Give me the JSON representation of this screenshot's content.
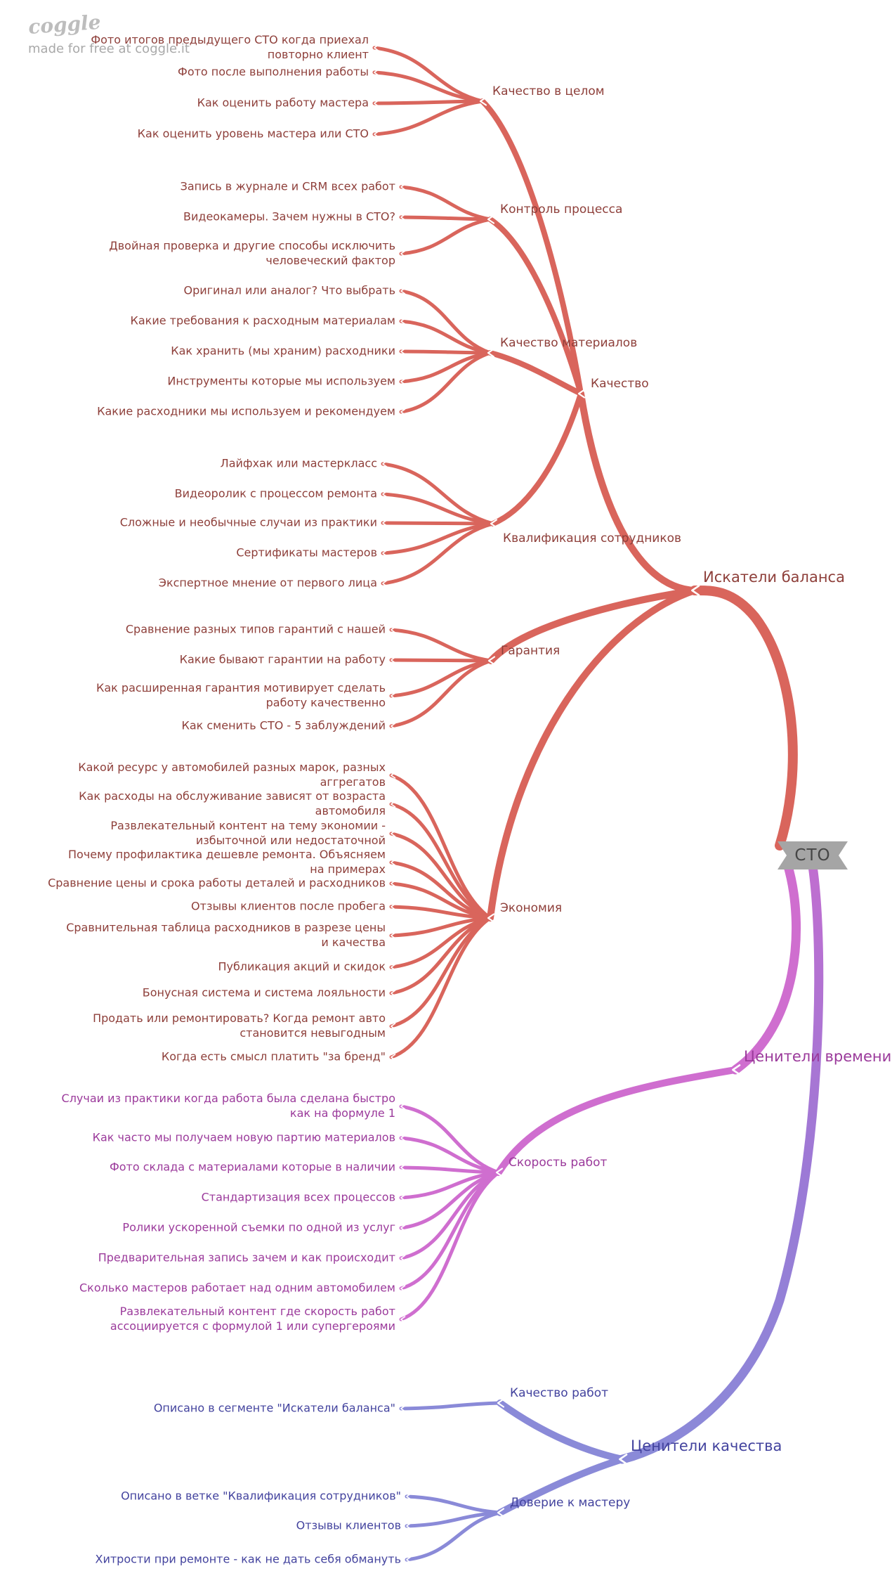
{
  "watermark": {
    "logo": "coggle",
    "tagline": "made for free at coggle.it"
  },
  "root": {
    "label": "СТО"
  },
  "colors": {
    "balance_line": "#d9655c",
    "balance_text": "#8e3f3a",
    "time_line": "#cf6ecf",
    "time_text": "#9b3a9b",
    "quality_line": "#8a8ad8",
    "quality_text": "#43439e",
    "root_bg": "#a5a5a5",
    "root_text": "#454545"
  },
  "branches": {
    "balance": {
      "label": "Искатели баланса",
      "children": {
        "quality": {
          "label": "Качество",
          "children": {
            "overall": {
              "label": "Качество в целом",
              "leaves": [
                "Фото итогов предыдущего СТО когда приехал повторно клиент",
                "Фото после выполнения работы",
                "Как оценить работу мастера",
                "Как оценить уровень мастера или СТО"
              ]
            },
            "control": {
              "label": "Контроль процесса",
              "leaves": [
                "Запись в журнале и CRM всех работ",
                "Видеокамеры. Зачем нужны в СТО?",
                "Двойная проверка и другие способы исключить человеческий фактор"
              ]
            },
            "materials": {
              "label": "Качество материалов",
              "leaves": [
                "Оригинал или аналог? Что выбрать",
                "Какие требования к расходным материалам",
                "Как хранить (мы храним) расходники",
                "Инструменты которые мы используем",
                "Какие расходники мы используем и рекомендуем"
              ]
            },
            "qualification": {
              "label": "Квалификация сотрудников",
              "leaves": [
                "Лайфхак или мастеркласс",
                "Видеоролик с процессом ремонта",
                "Сложные и необычные случаи из практики",
                "Сертификаты мастеров",
                "Экспертное мнение от первого лица"
              ]
            }
          }
        },
        "warranty": {
          "label": "Гарантия",
          "leaves": [
            "Сравнение разных типов гарантий с нашей",
            "Какие бывают гарантии на работу",
            "Как расширенная гарантия мотивирует сделать работу качественно",
            "Как сменить СТО - 5 заблуждений"
          ]
        },
        "economy": {
          "label": "Экономия",
          "leaves": [
            "Какой ресурс у автомобилей разных марок, разных аггрегатов",
            "Как расходы на обслуживание зависят от возраста автомобиля",
            "Развлекательный контент на тему экономии - избыточной или недостаточной",
            "Почему профилактика дешевле ремонта. Объясняем на примерах",
            "Сравнение цены и срока работы деталей и расходников",
            "Отзывы клиентов после пробега",
            "Сравнительная таблица расходников в разрезе цены и качества",
            "Публикация акций и скидок",
            "Бонусная система и система лояльности",
            "Продать или ремонтировать? Когда ремонт авто становится невыгодным",
            "Когда есть смысл платить \"за бренд\""
          ]
        }
      }
    },
    "time": {
      "label": "Ценители времени",
      "children": {
        "speed": {
          "label": "Скорость работ",
          "leaves": [
            "Случаи из практики когда работа была сделана быстро как на формуле 1",
            "Как часто мы получаем новую партию материалов",
            "Фото склада с материалами которые в наличии",
            "Стандартизация всех процессов",
            "Ролики ускоренной съемки по одной из услуг",
            "Предварительная запись зачем и как происходит",
            "Сколько мастеров работает над одним автомобилем",
            "Развлекательный контент где скорость работ ассоциируется с формулой 1 или супергероями"
          ]
        }
      }
    },
    "quality_seekers": {
      "label": "Ценители качества",
      "children": {
        "work_quality": {
          "label": "Качество работ",
          "leaves": [
            "Описано в сегменте \"Искатели баланса\""
          ]
        },
        "trust": {
          "label": "Доверие к мастеру",
          "leaves": [
            "Описано в ветке \"Квалификация сотрудников\"",
            "Отзывы клиентов",
            "Хитрости при ремонте - как не дать себя обмануть"
          ]
        }
      }
    }
  }
}
